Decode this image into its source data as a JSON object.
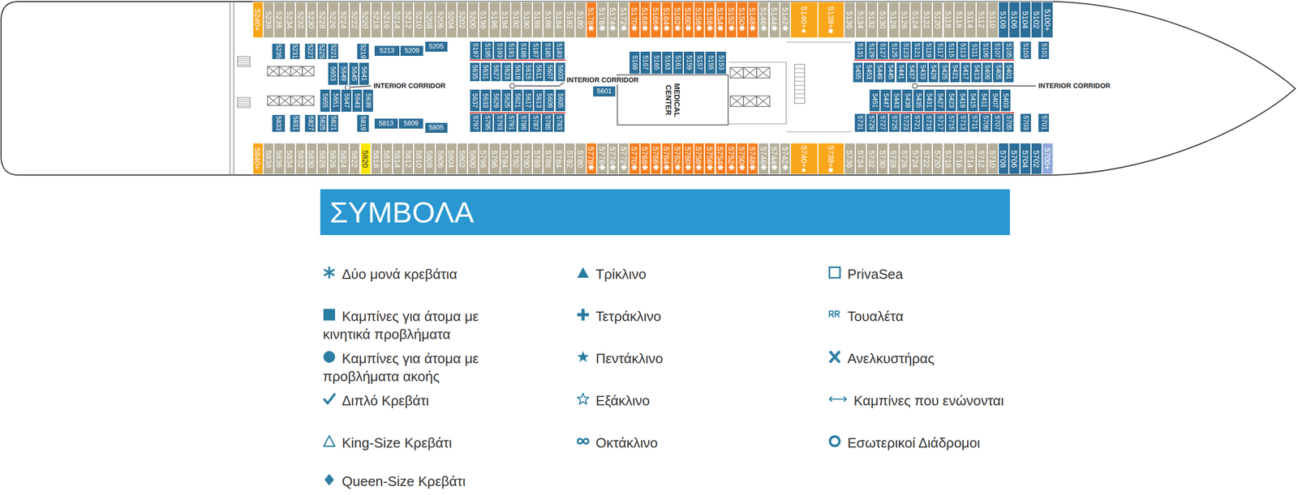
{
  "diagram": {
    "title": "ΣΥΜΒΟΛΑ",
    "nodes": [
      {
        "text": [
          "5240+"
        ]
      },
      {
        "text": [
          "5238"
        ]
      },
      {
        "text": [
          "5236"
        ]
      },
      {
        "text": [
          "5234"
        ]
      },
      {
        "text": [
          "5232"
        ]
      },
      {
        "text": [
          "5230"
        ]
      },
      {
        "text": [
          "5228"
        ]
      },
      {
        "text": [
          "5226"
        ]
      },
      {
        "text": [
          "5224"
        ]
      },
      {
        "text": [
          "5222"
        ]
      },
      {
        "text": [
          "5220"
        ]
      },
      {
        "text": [
          "5218"
        ]
      },
      {
        "text": [
          "5216"
        ]
      },
      {
        "text": [
          "5214"
        ]
      },
      {
        "text": [
          "5212"
        ]
      },
      {
        "text": [
          "5210"
        ]
      },
      {
        "text": [
          "5208"
        ]
      },
      {
        "text": [
          "5206"
        ]
      },
      {
        "text": [
          "5204"
        ]
      },
      {
        "text": [
          "5202"
        ]
      },
      {
        "text": [
          "5200"
        ]
      },
      {
        "text": [
          "5198"
        ]
      },
      {
        "text": [
          "5196"
        ]
      },
      {
        "text": [
          "5194"
        ]
      },
      {
        "text": [
          "5192"
        ]
      },
      {
        "text": [
          "5190"
        ]
      },
      {
        "text": [
          "5188"
        ]
      },
      {
        "text": [
          "5186"
        ]
      },
      {
        "text": [
          "5184"
        ]
      },
      {
        "text": [
          "5182"
        ]
      },
      {
        "text": [
          "5180"
        ]
      },
      {
        "text": [
          "5178✱"
        ]
      },
      {
        "text": [
          "5176✱"
        ]
      },
      {
        "text": [
          "5174✱"
        ]
      },
      {
        "text": [
          "5172✱"
        ]
      },
      {
        "text": [
          "5170✱"
        ]
      },
      {
        "text": [
          "5168✱"
        ]
      },
      {
        "text": [
          "5166✱"
        ]
      },
      {
        "text": [
          "5164✱"
        ]
      },
      {
        "text": [
          "5162✱"
        ]
      },
      {
        "text": [
          "5160✱"
        ]
      },
      {
        "text": [
          "5158✱"
        ]
      },
      {
        "text": [
          "5156✱"
        ]
      },
      {
        "text": [
          "5154✱"
        ]
      },
      {
        "text": [
          "5152✱"
        ]
      },
      {
        "text": [
          "5150✱"
        ]
      },
      {
        "text": [
          "5148✱"
        ]
      },
      {
        "text": [
          "5146✱"
        ]
      },
      {
        "text": [
          "5144✱"
        ]
      },
      {
        "text": [
          "5142✱"
        ]
      },
      {
        "text": [
          "5140+●"
        ]
      },
      {
        "text": [
          "5138+■"
        ]
      },
      {
        "text": [
          "5136"
        ]
      },
      {
        "text": [
          "5134"
        ]
      },
      {
        "text": [
          "5132"
        ]
      },
      {
        "text": [
          "5130"
        ]
      },
      {
        "text": [
          "5128"
        ]
      },
      {
        "text": [
          "5126"
        ]
      },
      {
        "text": [
          "5124"
        ]
      },
      {
        "text": [
          "5122"
        ]
      },
      {
        "text": [
          "5120"
        ]
      },
      {
        "text": [
          "5118"
        ]
      },
      {
        "text": [
          "5116"
        ]
      },
      {
        "text": [
          "5114"
        ]
      },
      {
        "text": [
          "5112"
        ]
      },
      {
        "text": [
          "5110"
        ]
      },
      {
        "text": [
          "5108"
        ]
      },
      {
        "text": [
          "5106"
        ]
      },
      {
        "text": [
          "5104"
        ]
      },
      {
        "text": [
          "5102"
        ]
      },
      {
        "text": [
          "5100+"
        ]
      },
      {
        "text": [
          "5235"
        ]
      },
      {
        "text": [
          "5231"
        ]
      },
      {
        "text": [
          "5227"
        ]
      },
      {
        "text": [
          "5225"
        ]
      },
      {
        "text": [
          "5221"
        ]
      },
      {
        "text": [
          "5219"
        ]
      },
      {
        "text": [
          "5213"
        ]
      },
      {
        "text": [
          "5209"
        ]
      },
      {
        "text": [
          "5205"
        ]
      },
      {
        "text": [
          "5197"
        ]
      },
      {
        "text": [
          "5195"
        ]
      },
      {
        "text": [
          "5193"
        ]
      },
      {
        "text": [
          "5191"
        ]
      },
      {
        "text": [
          "5189"
        ]
      },
      {
        "text": [
          "5187"
        ]
      },
      {
        "text": [
          "5185"
        ]
      },
      {
        "text": [
          "5183"
        ]
      },
      {
        "text": [
          "5131"
        ]
      },
      {
        "text": [
          "5129"
        ]
      },
      {
        "text": [
          "5127"
        ]
      },
      {
        "text": [
          "5125"
        ]
      },
      {
        "text": [
          "5123"
        ]
      },
      {
        "text": [
          "5121"
        ]
      },
      {
        "text": [
          "5119"
        ]
      },
      {
        "text": [
          "5117"
        ]
      },
      {
        "text": [
          "5115"
        ]
      },
      {
        "text": [
          "5113"
        ]
      },
      {
        "text": [
          "5111"
        ]
      },
      {
        "text": [
          "5109"
        ]
      },
      {
        "text": [
          "5107"
        ]
      },
      {
        "text": [
          "5105"
        ]
      },
      {
        "text": [
          "5103"
        ]
      },
      {
        "text": [
          "5101"
        ]
      },
      {
        "text": [
          "5169"
        ]
      },
      {
        "text": [
          "5167"
        ]
      },
      {
        "text": [
          "5165"
        ]
      },
      {
        "text": [
          "5163"
        ]
      },
      {
        "text": [
          "5161"
        ]
      },
      {
        "text": [
          "5159"
        ]
      },
      {
        "text": [
          "5157"
        ]
      },
      {
        "text": [
          "5155"
        ]
      },
      {
        "text": [
          "5153"
        ]
      },
      {
        "text": [
          "5653"
        ]
      },
      {
        "text": [
          "5649"
        ]
      },
      {
        "text": [
          "5645"
        ]
      },
      {
        "text": [
          "5641"
        ]
      },
      {
        "text": [
          "5635"
        ]
      },
      {
        "text": [
          "5631"
        ]
      },
      {
        "text": [
          "5627"
        ]
      },
      {
        "text": [
          "5623"
        ]
      },
      {
        "text": [
          "5619"
        ]
      },
      {
        "text": [
          "5615"
        ]
      },
      {
        "text": [
          "5611"
        ]
      },
      {
        "text": [
          "5607"
        ]
      },
      {
        "text": [
          "5603"
        ]
      },
      {
        "text": [
          "5455"
        ]
      },
      {
        "text": [
          "5453"
        ]
      },
      {
        "text": [
          "5449"
        ]
      },
      {
        "text": [
          "5445"
        ]
      },
      {
        "text": [
          "5441"
        ]
      },
      {
        "text": [
          "5437"
        ]
      },
      {
        "text": [
          "5433"
        ]
      },
      {
        "text": [
          "5429"
        ]
      },
      {
        "text": [
          "5425"
        ]
      },
      {
        "text": [
          "5421"
        ]
      },
      {
        "text": [
          "5417"
        ]
      },
      {
        "text": [
          "5413"
        ]
      },
      {
        "text": [
          "5409"
        ]
      },
      {
        "text": [
          "5405"
        ]
      },
      {
        "text": [
          "5401"
        ]
      },
      {
        "text": [
          "5601"
        ]
      },
      {
        "text": [
          "MEDICAL CENTER"
        ]
      },
      {
        "text": [
          "5655"
        ]
      },
      {
        "text": [
          "5651"
        ]
      },
      {
        "text": [
          "5647"
        ]
      },
      {
        "text": [
          "5643"
        ]
      },
      {
        "text": [
          "5639"
        ]
      },
      {
        "text": [
          "5637"
        ]
      },
      {
        "text": [
          "5633"
        ]
      },
      {
        "text": [
          "5629"
        ]
      },
      {
        "text": [
          "5625"
        ]
      },
      {
        "text": [
          "5621"
        ]
      },
      {
        "text": [
          "5617"
        ]
      },
      {
        "text": [
          "5613"
        ]
      },
      {
        "text": [
          "5609"
        ]
      },
      {
        "text": [
          "5605"
        ]
      },
      {
        "text": [
          "5451"
        ]
      },
      {
        "text": [
          "5447"
        ]
      },
      {
        "text": [
          "5443"
        ]
      },
      {
        "text": [
          "5439"
        ]
      },
      {
        "text": [
          "5435"
        ]
      },
      {
        "text": [
          "5431"
        ]
      },
      {
        "text": [
          "5427"
        ]
      },
      {
        "text": [
          "5423"
        ]
      },
      {
        "text": [
          "5419"
        ]
      },
      {
        "text": [
          "5415"
        ]
      },
      {
        "text": [
          "5411"
        ]
      },
      {
        "text": [
          "5407"
        ]
      },
      {
        "text": [
          "5403"
        ]
      },
      {
        "text": [
          "5833"
        ]
      },
      {
        "text": [
          "5831"
        ]
      },
      {
        "text": [
          "5827"
        ]
      },
      {
        "text": [
          "5825"
        ]
      },
      {
        "text": [
          "5821"
        ]
      },
      {
        "text": [
          "5819"
        ]
      },
      {
        "text": [
          "5813"
        ]
      },
      {
        "text": [
          "5809"
        ]
      },
      {
        "text": [
          "5805"
        ]
      },
      {
        "text": [
          "5797"
        ]
      },
      {
        "text": [
          "5795"
        ]
      },
      {
        "text": [
          "5793"
        ]
      },
      {
        "text": [
          "5791"
        ]
      },
      {
        "text": [
          "5789"
        ]
      },
      {
        "text": [
          "5787"
        ]
      },
      {
        "text": [
          "5785"
        ]
      },
      {
        "text": [
          "5783"
        ]
      },
      {
        "text": [
          "5731"
        ]
      },
      {
        "text": [
          "5729"
        ]
      },
      {
        "text": [
          "5727"
        ]
      },
      {
        "text": [
          "5725"
        ]
      },
      {
        "text": [
          "5723"
        ]
      },
      {
        "text": [
          "5721"
        ]
      },
      {
        "text": [
          "5719"
        ]
      },
      {
        "text": [
          "5717"
        ]
      },
      {
        "text": [
          "5715"
        ]
      },
      {
        "text": [
          "5713"
        ]
      },
      {
        "text": [
          "5711"
        ]
      },
      {
        "text": [
          "5709"
        ]
      },
      {
        "text": [
          "5707"
        ]
      },
      {
        "text": [
          "5705"
        ]
      },
      {
        "text": [
          "5703"
        ]
      },
      {
        "text": [
          "5701"
        ]
      },
      {
        "text": [
          "5840+"
        ]
      },
      {
        "text": [
          "5838"
        ]
      },
      {
        "text": [
          "5836"
        ]
      },
      {
        "text": [
          "5834"
        ]
      },
      {
        "text": [
          "5832"
        ]
      },
      {
        "text": [
          "5830"
        ]
      },
      {
        "text": [
          "5828"
        ]
      },
      {
        "text": [
          "5826"
        ]
      },
      {
        "text": [
          "5824"
        ]
      },
      {
        "text": [
          "5822"
        ]
      },
      {
        "text": [
          "5820"
        ]
      },
      {
        "text": [
          "5818"
        ]
      },
      {
        "text": [
          "5816"
        ]
      },
      {
        "text": [
          "5814"
        ]
      },
      {
        "text": [
          "5812"
        ]
      },
      {
        "text": [
          "5810"
        ]
      },
      {
        "text": [
          "5808"
        ]
      },
      {
        "text": [
          "5806"
        ]
      },
      {
        "text": [
          "5804"
        ]
      },
      {
        "text": [
          "5802"
        ]
      },
      {
        "text": [
          "5800"
        ]
      },
      {
        "text": [
          "5798"
        ]
      },
      {
        "text": [
          "5796"
        ]
      },
      {
        "text": [
          "5794"
        ]
      },
      {
        "text": [
          "5792"
        ]
      },
      {
        "text": [
          "5790"
        ]
      },
      {
        "text": [
          "5788"
        ]
      },
      {
        "text": [
          "5786"
        ]
      },
      {
        "text": [
          "5784"
        ]
      },
      {
        "text": [
          "5782"
        ]
      },
      {
        "text": [
          "5780"
        ]
      },
      {
        "text": [
          "5778✱"
        ]
      },
      {
        "text": [
          "5776✱"
        ]
      },
      {
        "text": [
          "5774✱"
        ]
      },
      {
        "text": [
          "5772✱"
        ]
      },
      {
        "text": [
          "5770✱"
        ]
      },
      {
        "text": [
          "5768✱"
        ]
      },
      {
        "text": [
          "5766✱"
        ]
      },
      {
        "text": [
          "5764✱"
        ]
      },
      {
        "text": [
          "5762✱"
        ]
      },
      {
        "text": [
          "5760✱"
        ]
      },
      {
        "text": [
          "5758✱"
        ]
      },
      {
        "text": [
          "5756✱"
        ]
      },
      {
        "text": [
          "5754✱"
        ]
      },
      {
        "text": [
          "5752✱"
        ]
      },
      {
        "text": [
          "5750✱"
        ]
      },
      {
        "text": [
          "5748✱"
        ]
      },
      {
        "text": [
          "5746✱"
        ]
      },
      {
        "text": [
          "5744✱"
        ]
      },
      {
        "text": [
          "5742✱"
        ]
      },
      {
        "text": [
          "5740+●"
        ]
      },
      {
        "text": [
          "5738+■"
        ]
      },
      {
        "text": [
          "5736"
        ]
      },
      {
        "text": [
          "5734"
        ]
      },
      {
        "text": [
          "5732"
        ]
      },
      {
        "text": [
          "5730"
        ]
      },
      {
        "text": [
          "5728"
        ]
      },
      {
        "text": [
          "5726"
        ]
      },
      {
        "text": [
          "5724"
        ]
      },
      {
        "text": [
          "5722"
        ]
      },
      {
        "text": [
          "5720"
        ]
      },
      {
        "text": [
          "5718"
        ]
      },
      {
        "text": [
          "5716"
        ]
      },
      {
        "text": [
          "5714"
        ]
      },
      {
        "text": [
          "5712"
        ]
      },
      {
        "text": [
          "5710"
        ]
      },
      {
        "text": [
          "5708"
        ]
      },
      {
        "text": [
          "5706"
        ]
      },
      {
        "text": [
          "5704"
        ]
      },
      {
        "text": [
          "5702"
        ]
      },
      {
        "text": [
          "5700+"
        ]
      }
    ],
    "labels": [
      "INTERIOR CORRIDOR",
      "INTERIOR CORRIDOR",
      "INTERIOR CORRIDOR"
    ],
    "legend": [
      {
        "text": "Δύο μονά κρεβάτια"
      },
      {
        "text": "Καμπίνες για άτομα με κινητικά προβλήματα"
      },
      {
        "text": "Καμπίνες για άτομα με προβλήματα ακοής"
      },
      {
        "text": "Διπλό Κρεβάτι"
      },
      {
        "text": "King-Size Κρεβάτι"
      },
      {
        "text": "Queen-Size Κρεβάτι"
      },
      {
        "text": "Τρίκλινο"
      },
      {
        "text": "Τετράκλινο"
      },
      {
        "text": "Πεντάκλινο"
      },
      {
        "text": "Εξάκλινο"
      },
      {
        "text": "Οκτάκλινο"
      },
      {
        "text": "PrivaSea"
      },
      {
        "text": "Τουαλέτα"
      },
      {
        "text": "Ανελκυστήρας"
      },
      {
        "text": "Καμπίνες που ενώνονται"
      },
      {
        "text": "Εσωτερικοί Διάδρομοι"
      }
    ]
  }
}
